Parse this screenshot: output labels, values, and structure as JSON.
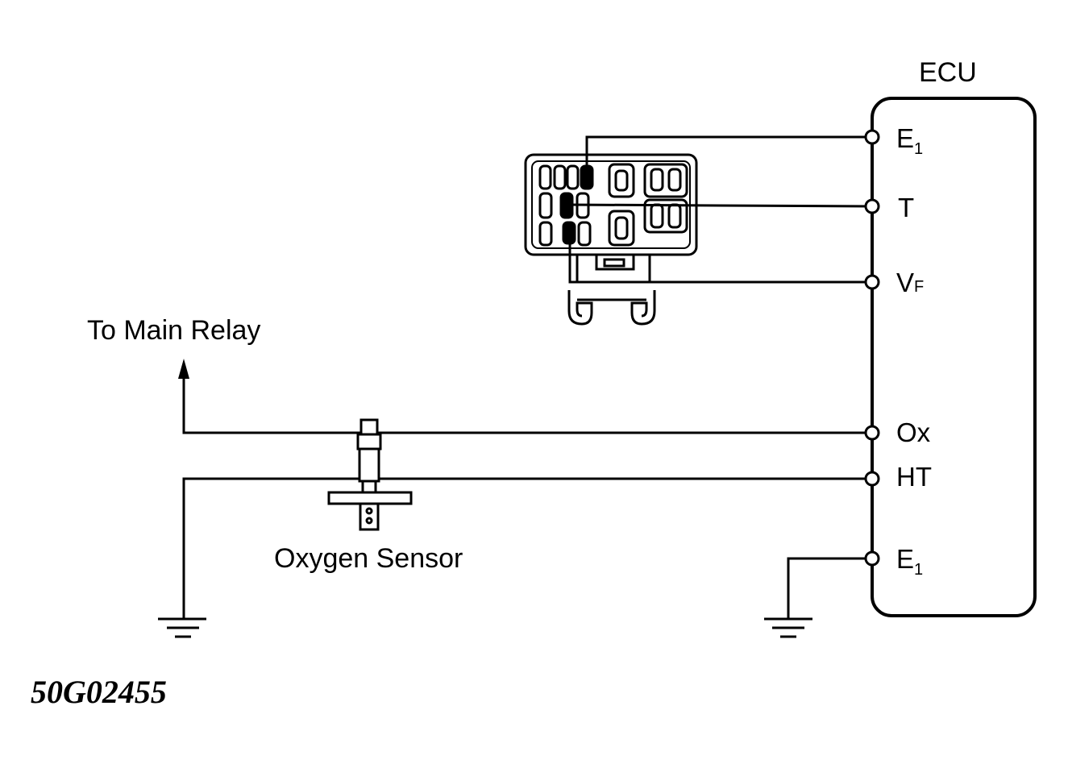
{
  "ecu": {
    "title": "ECU",
    "pins": [
      {
        "main": "E",
        "sub": "1"
      },
      {
        "main": "T",
        "sub": ""
      },
      {
        "main": "V",
        "sub": "F"
      },
      {
        "main": "Ox",
        "sub": ""
      },
      {
        "main": "HT",
        "sub": ""
      },
      {
        "main": "E",
        "sub": "1"
      }
    ]
  },
  "labels": {
    "main_relay": "To Main Relay",
    "oxygen_sensor": "Oxygen Sensor",
    "figure_code": "50G02455"
  }
}
